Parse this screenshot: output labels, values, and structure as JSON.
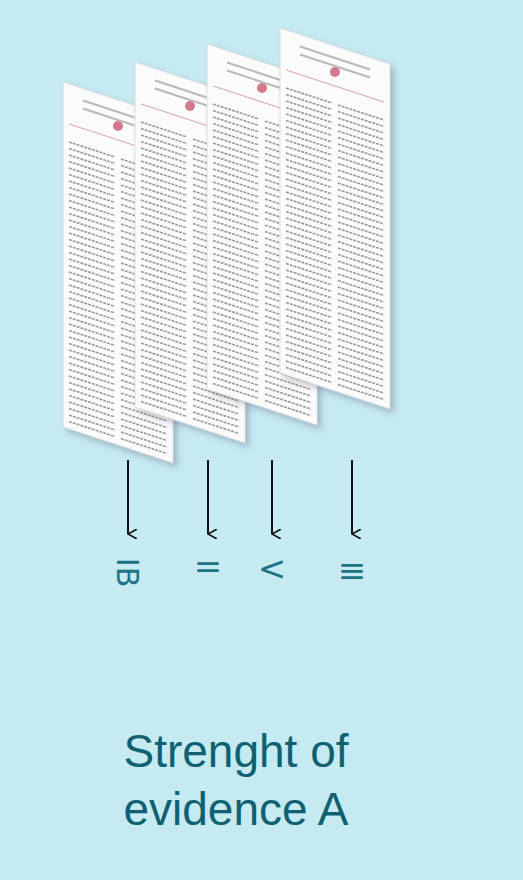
{
  "diagram": {
    "labels": [
      "IB",
      "=",
      "<",
      "≡",
      "Strenght of evidence A"
    ]
  }
}
